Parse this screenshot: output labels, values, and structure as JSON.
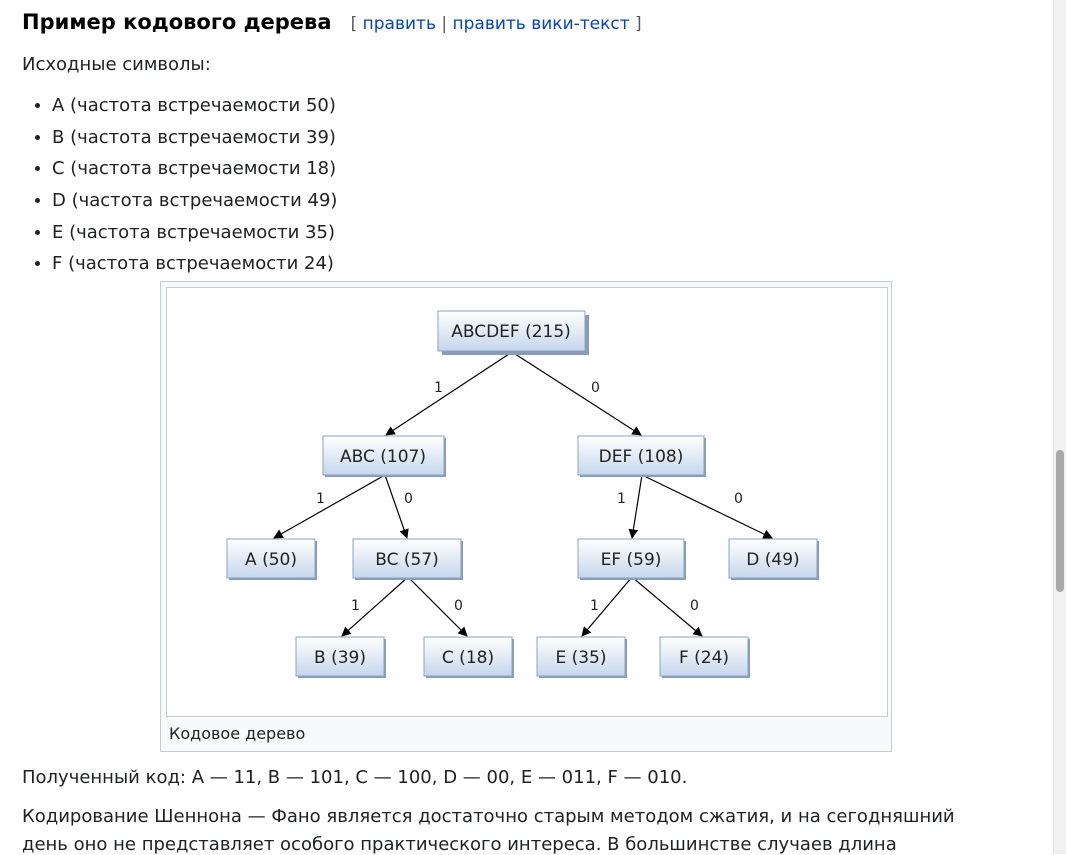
{
  "section": {
    "title": "Пример кодового дерева",
    "bracket_open": "[",
    "bracket_close": "]",
    "separator": "|",
    "edit_label": "править",
    "edit_wiki_label": "править вики-текст"
  },
  "intro_text": "Исходные символы:",
  "symbols": [
    "A (частота встречаемости 50)",
    "B (частота встречаемости 39)",
    "C (частота встречаемости 18)",
    "D (частота встречаемости 49)",
    "E (частота встречаемости 35)",
    "F (частота встречаемости 24)"
  ],
  "tree": {
    "root": "ABCDEF (215)",
    "abc": "ABC (107)",
    "def": "DEF (108)",
    "a": "A (50)",
    "bc": "BC (57)",
    "ef": "EF (59)",
    "d": "D (49)",
    "b": "B (39)",
    "c": "C (18)",
    "e": "E (35)",
    "f": "F (24)",
    "one": "1",
    "zero": "0"
  },
  "caption": "Кодовое дерево",
  "result_text": "Полученный код: A — 11, B — 101, C — 100, D — 00, E — 011, F — 010.",
  "body_line1": "Кодирование Шеннона — Фано является достаточно старым методом сжатия, и на сегодняшний",
  "body_line2": "день оно не представляет особого практического интереса. В большинстве случаев длина"
}
